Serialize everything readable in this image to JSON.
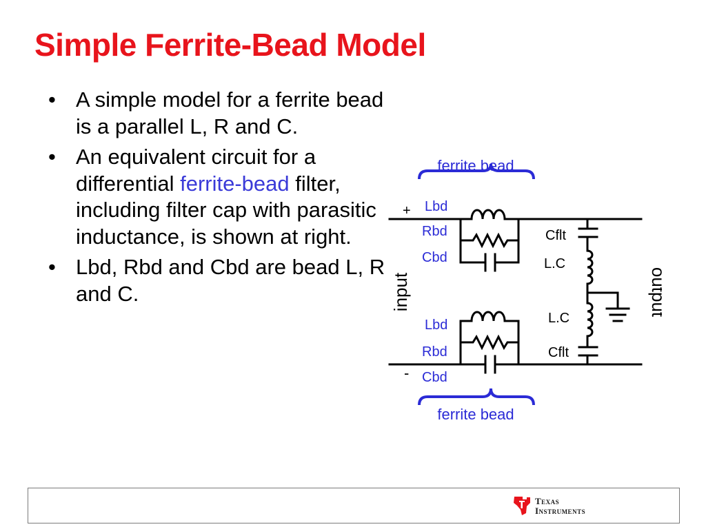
{
  "slide": {
    "title": "Simple Ferrite-Bead Model",
    "bullets": [
      {
        "text": "A simple model for a ferrite bead is a parallel L, R and C."
      },
      {
        "pre": "An equivalent circuit for a differential ",
        "highlight": "ferrite-bead",
        "post": " filter, including filter cap with parasitic inductance, is shown at right."
      },
      {
        "text": "Lbd, Rbd and Cbd are bead L, R and C."
      }
    ],
    "highlight_color": "#3a3ad8",
    "title_color": "#e8141c"
  },
  "circuit": {
    "top_brace_label": "ferrite bead",
    "bottom_brace_label": "ferrite bead",
    "plus_label": "+",
    "minus_label": "-",
    "input_label": "input",
    "output_label": "output",
    "top_bead": {
      "l": "Lbd",
      "r": "Rbd",
      "c": "Cbd"
    },
    "bottom_bead": {
      "l": "Lbd",
      "r": "Rbd",
      "c": "Cbd"
    },
    "top_cap_label": "Cflt",
    "top_ind_label": "L.C",
    "bottom_ind_label": "L.C",
    "bottom_cap_label": "Cflt",
    "label_color": "#2b2bd6"
  },
  "footer": {
    "logo_line1": "Texas",
    "logo_line2": "Instruments",
    "logo_color": "#e8141c"
  }
}
